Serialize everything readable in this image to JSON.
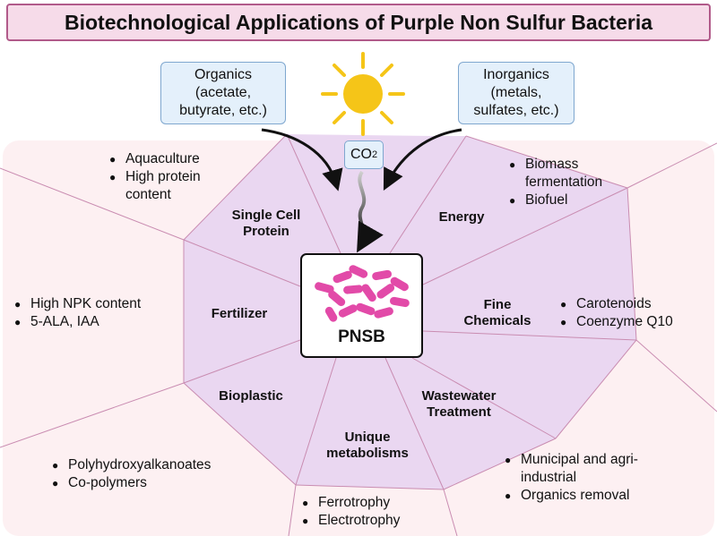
{
  "title": "Biotechnological Applications of Purple Non Sulfur Bacteria",
  "inputs": {
    "organics": [
      "Organics",
      "(acetate,",
      "butyrate, etc.)"
    ],
    "inorganics": [
      "Inorganics",
      "(metals,",
      "sulfates, etc.)"
    ],
    "co2_main": "CO",
    "co2_sub": "2"
  },
  "center_label": "PNSB",
  "sectors": {
    "single_cell_protein": {
      "label": [
        "Single Cell",
        "Protein"
      ],
      "bullets": [
        "Aquaculture",
        "High protein",
        "content"
      ]
    },
    "energy": {
      "label": [
        "Energy"
      ],
      "bullets": [
        "Biomass",
        "fermentation",
        "Biofuel"
      ]
    },
    "fertilizer": {
      "label": [
        "Fertilizer"
      ],
      "bullets": [
        "High NPK content",
        "5-ALA, IAA"
      ]
    },
    "fine_chemicals": {
      "label": [
        "Fine",
        "Chemicals"
      ],
      "bullets": [
        "Carotenoids",
        "Coenzyme Q10"
      ]
    },
    "bioplastic": {
      "label": [
        "Bioplastic"
      ],
      "bullets": [
        "Polyhydroxyalkanoates",
        "Co-polymers"
      ]
    },
    "unique_metabolisms": {
      "label": [
        "Unique",
        "metabolisms"
      ],
      "bullets": [
        "Ferrotrophy",
        "Electrotrophy"
      ]
    },
    "wastewater": {
      "label": [
        "Wastewater",
        "Treatment"
      ],
      "bullets": [
        "Municipal and agri-",
        "industrial",
        "Organics removal"
      ]
    }
  },
  "colors": {
    "title_bg": "#f6dbe9",
    "title_border": "#b15a8a",
    "background_panel": "#fdf0f2",
    "inner_region": "#ead7f1",
    "input_box": "#e4f0fb",
    "sun": "#f5c518",
    "bacteria": "#e24aa8"
  }
}
